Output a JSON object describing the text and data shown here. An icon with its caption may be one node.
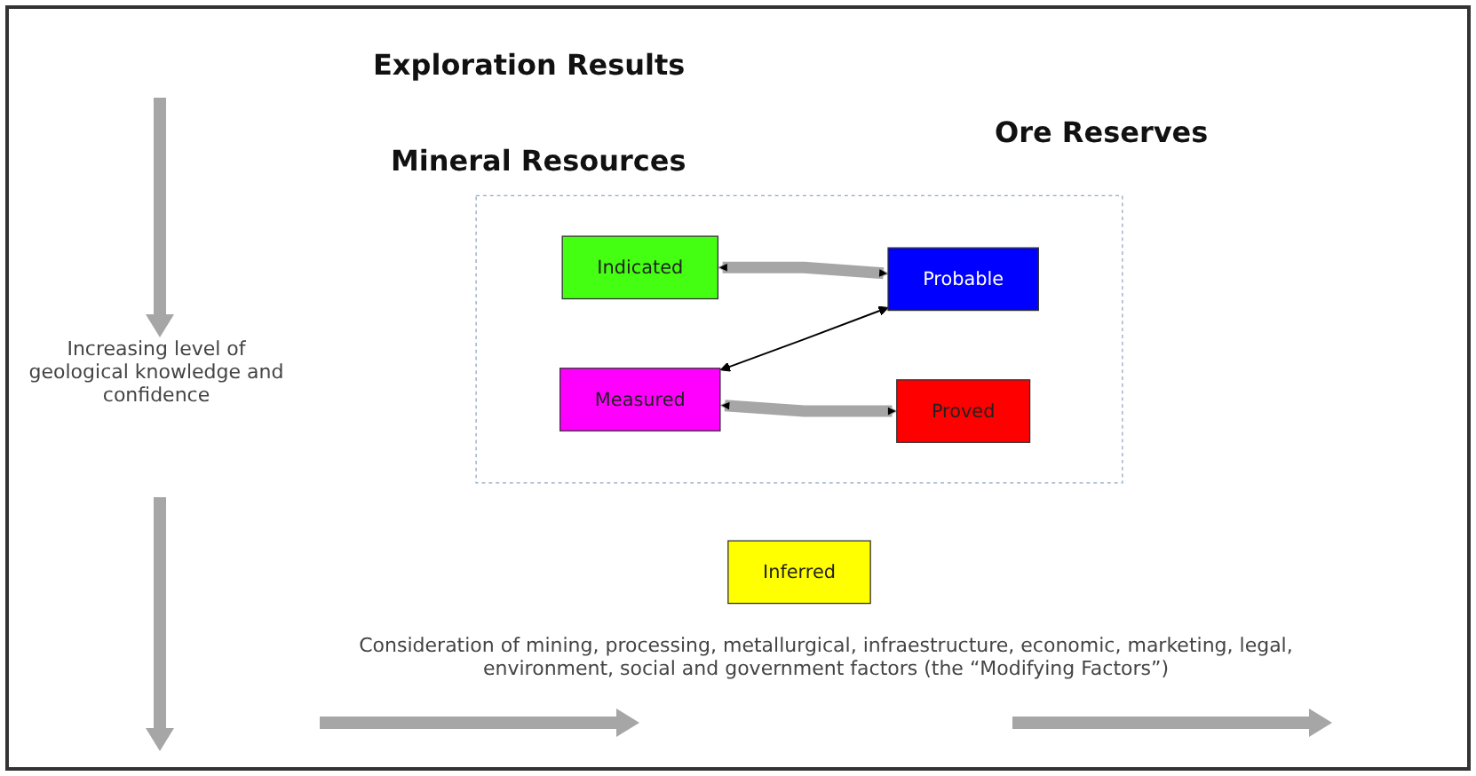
{
  "diagram": {
    "nodes": [
      {
        "text": [
          "Inferred"
        ]
      },
      {
        "text": [],
        "shape": "box"
      },
      {
        "text": [
          "Indicated"
        ],
        "in": 1
      },
      {
        "text": [
          "Probable"
        ],
        "in": 1
      },
      {
        "text": [
          "Measured"
        ],
        "in": 1
      },
      {
        "text": [
          "Proved"
        ],
        "in": 1
      }
    ],
    "edges": [
      {
        "from": 2,
        "to": 3,
        "arrow": "both"
      },
      {
        "from": 4,
        "to": 3,
        "arrow": "both",
        "color": "#000000"
      },
      {
        "from": 4,
        "to": 5,
        "arrow": "both"
      }
    ],
    "labels": [
      "Exploration Results",
      "Mineral Resources",
      "Ore Reserves",
      "Increasing level of geological knowledge and confidence",
      "Consideration of mining, processing, metallurgical, infraestructure, economic, marketing, legal, environment, social and government factors (the “Modifying Factors”)"
    ]
  }
}
